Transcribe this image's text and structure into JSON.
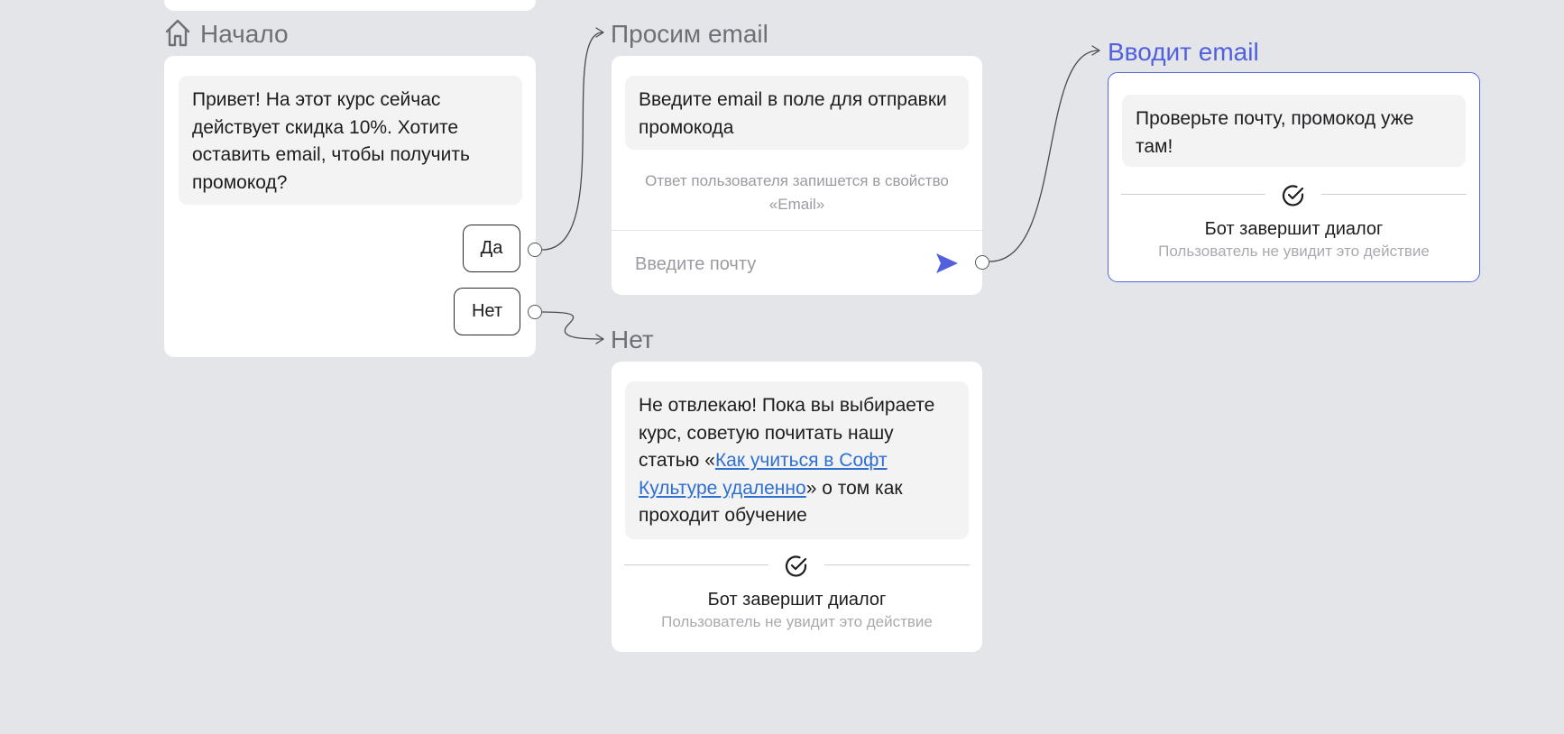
{
  "nodes": {
    "start": {
      "title": "Начало",
      "message": "Привет! На этот курс сейчас действует скидка 10%. Хотите оставить email, чтобы получить промокод?",
      "options": [
        "Да",
        "Нет"
      ]
    },
    "ask_email": {
      "title": "Просим email",
      "message": "Введите email в поле для отправки промокода",
      "note": "Ответ пользователя запишется в свойство «Email»",
      "input_placeholder": "Введите почту"
    },
    "enter_email": {
      "title": "Вводит email",
      "message": "Проверьте почту, промокод уже там!",
      "end_title": "Бот завершит диалог",
      "end_sub": "Пользователь не увидит это действие"
    },
    "no": {
      "title": "Нет",
      "message_before": "Не отвлекаю! Пока вы выбираете курс, советую почитать нашу статью «",
      "link_text": "Как учиться в Софт Культуре удаленно",
      "message_after": "» о том как проходит обучение",
      "end_title": "Бот завершит диалог",
      "end_sub": "Пользователь не увидит это действие"
    }
  },
  "icons": {
    "start": "home-icon",
    "send": "send-icon",
    "end": "check-circle-icon"
  },
  "colors": {
    "canvas": "#e4e5e9",
    "accent": "#5160dd",
    "link": "#2f6fd0"
  }
}
